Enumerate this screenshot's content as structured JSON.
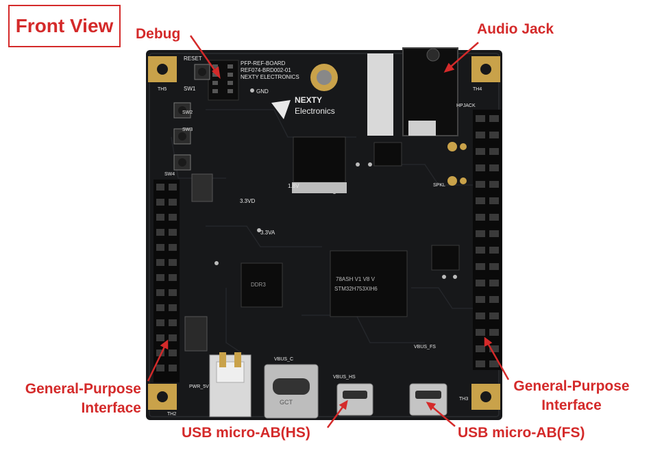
{
  "view_title": "Front View",
  "callouts": {
    "debug": "Debug",
    "audio_jack": "Audio Jack",
    "gpio_left_line1": "General-Purpose",
    "gpio_left_line2": "Interface",
    "gpio_right_line1": "General-Purpose",
    "gpio_right_line2": "Interface",
    "usb_hs": "USB micro-AB(HS)",
    "usb_fs": "USB micro-AB(FS)"
  },
  "silkscreen": {
    "board_line1": "PFP-REF-BOARD",
    "board_line2": "REF074-BRD002-01",
    "board_line3": "NEXTY ELECTRONICS",
    "logo_line1": "NEXTY",
    "logo_line2": "Electronics",
    "reset": "RESET",
    "sw1": "SW1",
    "sw2": "SW2",
    "sw3": "SW3",
    "sw4": "SW4",
    "gnd": "GND",
    "v33": "3.3VD",
    "v18": "1.8V",
    "v33a": "3.3VA",
    "vbus_c": "VBUS_C",
    "vbus_hs": "VBUS_HS",
    "vbus_fs": "VBUS_FS",
    "pwr": "PWR_5V",
    "th2": "TH2",
    "th3": "TH3",
    "th4": "TH4",
    "th5": "TH5",
    "spkl": "SPKL",
    "hpjack": "HPJACK",
    "mcu_line1": "STM32H753XIH6",
    "mcu_line2": "78ASH V1 V8 V",
    "usbc_label": "GCT",
    "ic_small": "DDR3"
  },
  "colors": {
    "accent": "#d42a2a",
    "pcb": "#17181a",
    "silk": "#e8e8e8",
    "gold": "#c9a24a"
  }
}
